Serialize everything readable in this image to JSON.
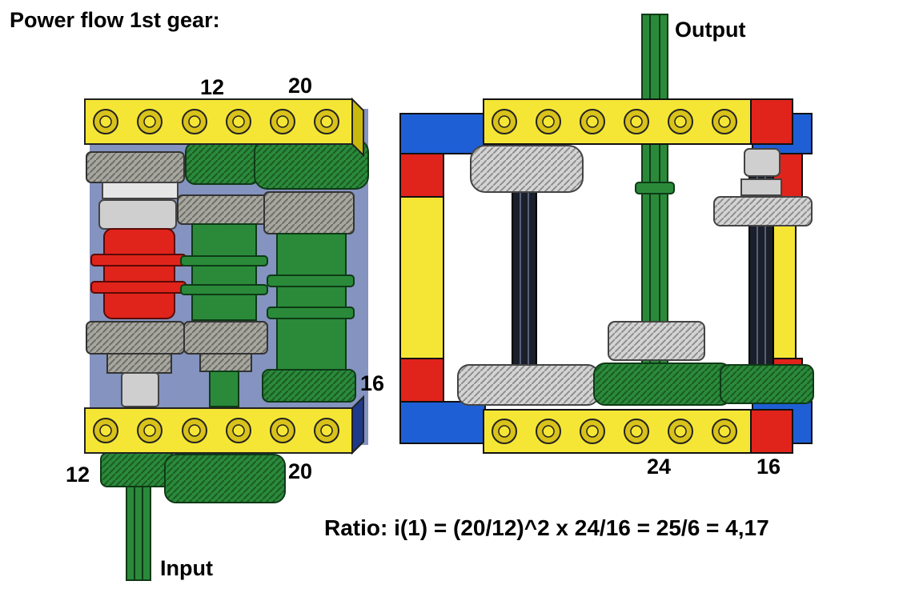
{
  "title": "Power flow 1st gear:",
  "labels": {
    "output": "Output",
    "input": "Input",
    "left_top_gear_a": "12",
    "left_top_gear_b": "20",
    "left_side_gear": "16",
    "left_bottom_gear_a": "12",
    "left_bottom_gear_b": "20",
    "right_bottom_gear_a": "24",
    "right_bottom_gear_b": "16"
  },
  "ratio_text": "Ratio: i(1) = (20/12)^2 x 24/16 = 25/6 = 4,17",
  "colors": {
    "yellow_beam": "#f5e636",
    "beam_hole": "#d9c21a",
    "blue_brick": "#1f5fd6",
    "red_brick": "#e0241b",
    "green_gear": "#2a8a3a",
    "gray_gear": "#a7a7a0",
    "light_gray": "#cfcfcf",
    "axle_black": "#1a1f2a"
  }
}
